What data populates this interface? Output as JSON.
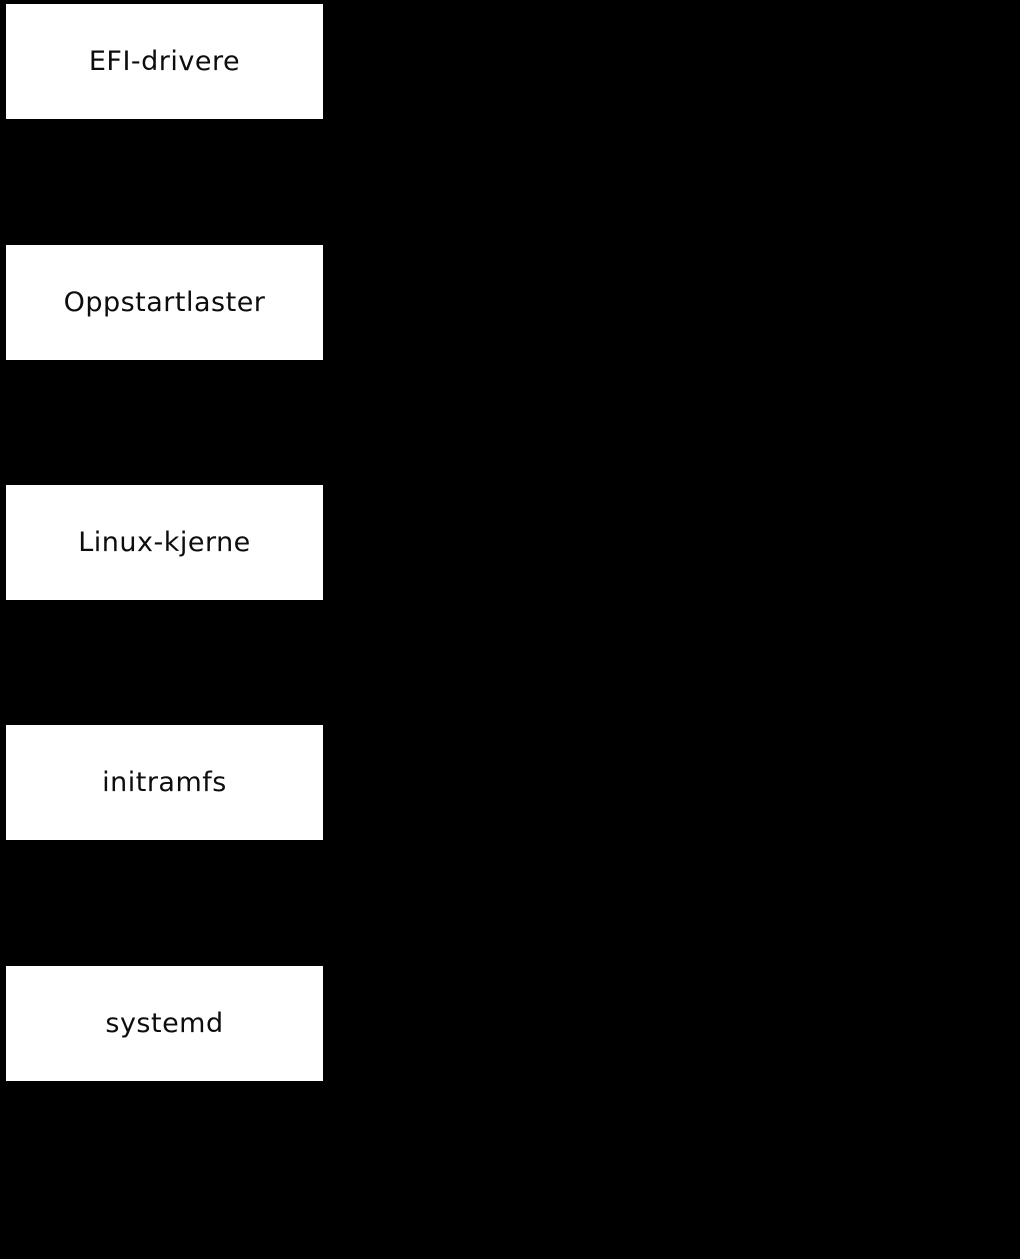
{
  "diagram": {
    "type": "flowchart",
    "direction": "top-to-bottom",
    "background_color": "#000000",
    "node_fill_color": "#ffffff",
    "node_text_color": "#0d0d0d",
    "nodes": [
      {
        "id": "efi-drivere",
        "label": "EFI-drivere"
      },
      {
        "id": "oppstartlaster",
        "label": "Oppstartlaster"
      },
      {
        "id": "linux-kjerne",
        "label": "Linux-kjerne"
      },
      {
        "id": "initramfs",
        "label": "initramfs"
      },
      {
        "id": "systemd",
        "label": "systemd"
      }
    ]
  }
}
